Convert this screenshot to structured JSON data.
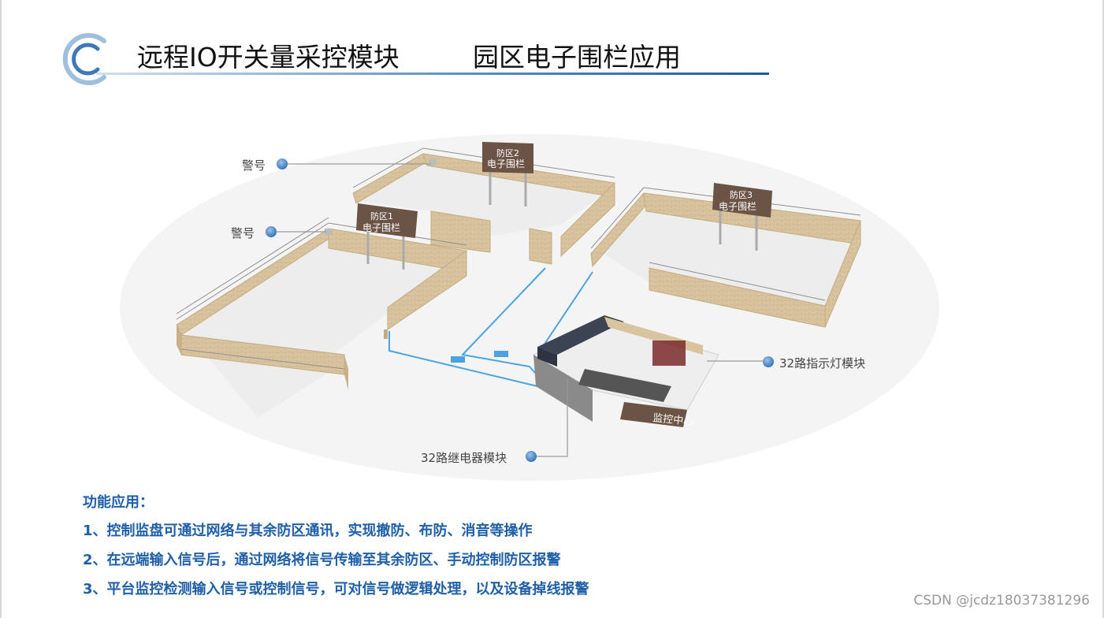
{
  "header": {
    "title_left": "远程IO开关量采控模块",
    "title_right": "园区电子围栏应用"
  },
  "diagram": {
    "zone1_sign": [
      "防区1",
      "电子围栏"
    ],
    "zone2_sign": [
      "防区2",
      "电子围栏"
    ],
    "zone3_sign": [
      "防区3",
      "电子围栏"
    ],
    "control_center_label": "监控中心",
    "callouts": {
      "alarm_top": "警号",
      "alarm_mid": "警号",
      "indicator_module": "32路指示灯模块",
      "relay_module": "32路继电器模块"
    }
  },
  "features": {
    "heading": "功能应用：",
    "items": [
      "1、控制监盘可通过网络与其余防区通讯，实现撤防、布防、消音等操作",
      "2、在远端输入信号后，通过网络将信号传输至其余防区、手动控制防区报警",
      "3、平台监控检测输入信号或控制信号，可对信号做逻辑处理，以及设备掉线报警"
    ]
  },
  "watermark": "CSDN @jcdz18037381296",
  "colors": {
    "accent_blue": "#1f5fa7",
    "wall_tan": "#d8c29b",
    "cable_blue": "#4aa3e0",
    "sign_brown": "#6b5446"
  }
}
